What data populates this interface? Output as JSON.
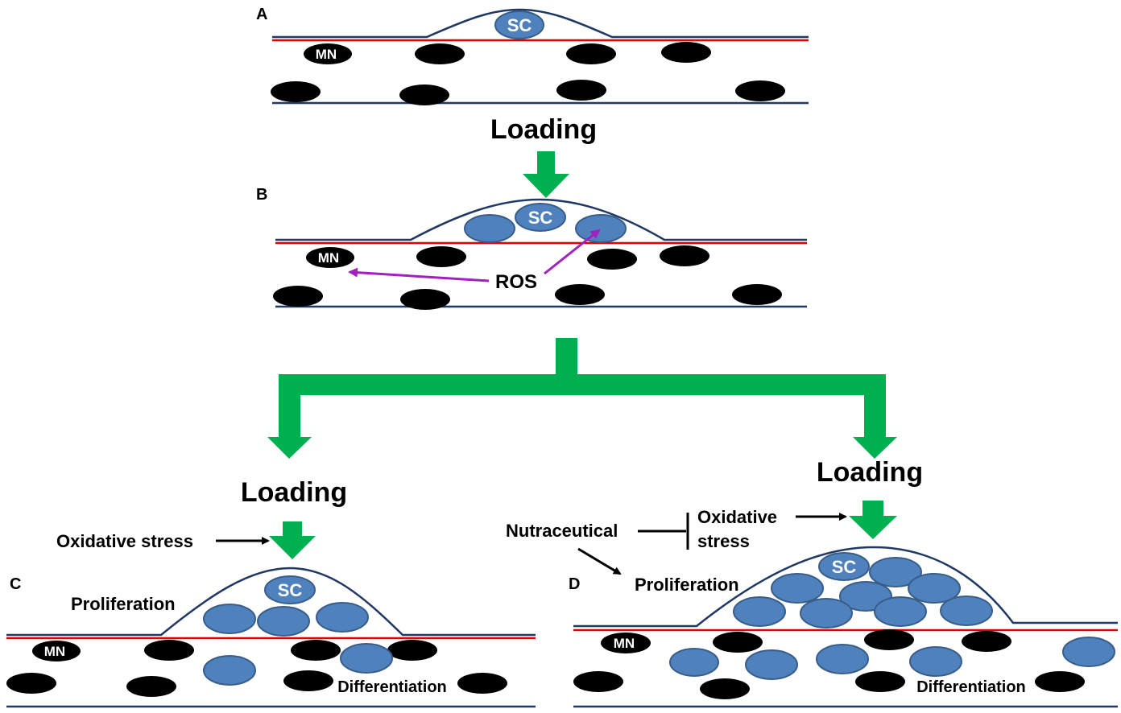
{
  "panels": {
    "a": "A",
    "b": "B",
    "c": "C",
    "d": "D"
  },
  "labels": {
    "sc": "SC",
    "mn": "MN",
    "loading": "Loading",
    "ros": "ROS",
    "oxidative_stress": "Oxidative stress",
    "oxidative": "Oxidative",
    "stress": "stress",
    "nutraceutical": "Nutraceutical",
    "proliferation": "Proliferation",
    "differentiation": "Differentiation"
  },
  "colors": {
    "arrow_green": "#00b050",
    "membrane_blue": "#1f3864",
    "basal_red": "#e00000",
    "cell_blue": "#4f81bd",
    "cell_outline": "#385d8a",
    "nucleus_black": "#000000",
    "ros_purple": "#a020c0"
  }
}
